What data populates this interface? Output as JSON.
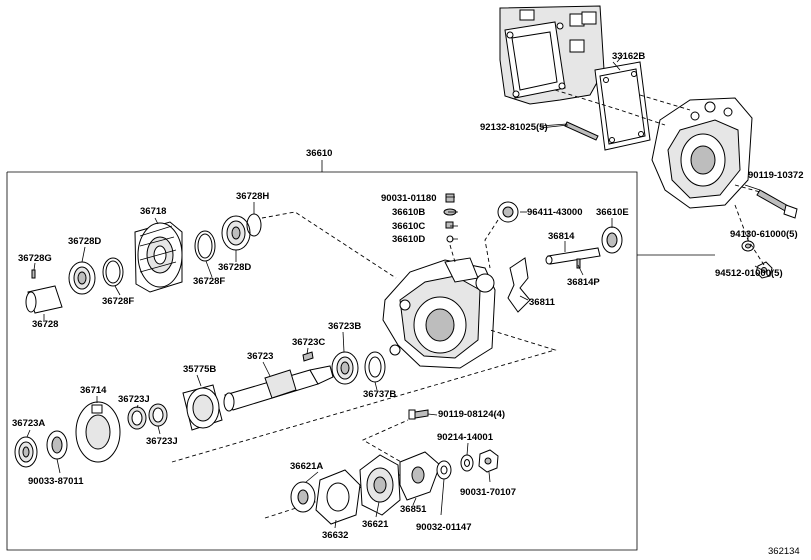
{
  "diagram_id": "362134",
  "group_label": "36610",
  "labels": {
    "l33162B": "33162B",
    "l92132": "92132-81025(5)",
    "l90119_10372": "90119-10372",
    "l94130": "94130-61000(5)",
    "l94512": "94512-01000(5)",
    "l36610": "36610",
    "l36718": "36718",
    "l36728H": "36728H",
    "l36728D_a": "36728D",
    "l36728G": "36728G",
    "l36728D_b": "36728D",
    "l36728F_a": "36728F",
    "l36728F_b": "36728F",
    "l36728": "36728",
    "l90031_01180": "90031-01180",
    "l36610B": "36610B",
    "l36610C": "36610C",
    "l36610D": "36610D",
    "l96411": "96411-43000",
    "l36610E": "36610E",
    "l36814": "36814",
    "l36814P": "36814P",
    "l36811": "36811",
    "l36723B": "36723B",
    "l36723C": "36723C",
    "l36723": "36723",
    "l35775B": "35775B",
    "l36737B": "36737B",
    "l36714": "36714",
    "l36723J_a": "36723J",
    "l36723J_b": "36723J",
    "l36723A": "36723A",
    "l90033": "90033-87011",
    "l90119_08124": "90119-08124(4)",
    "l90214": "90214-14001",
    "l90031_70107": "90031-70107",
    "l36621A": "36621A",
    "l36851": "36851",
    "l90032": "90032-01147",
    "l36621": "36621",
    "l36632": "36632"
  }
}
